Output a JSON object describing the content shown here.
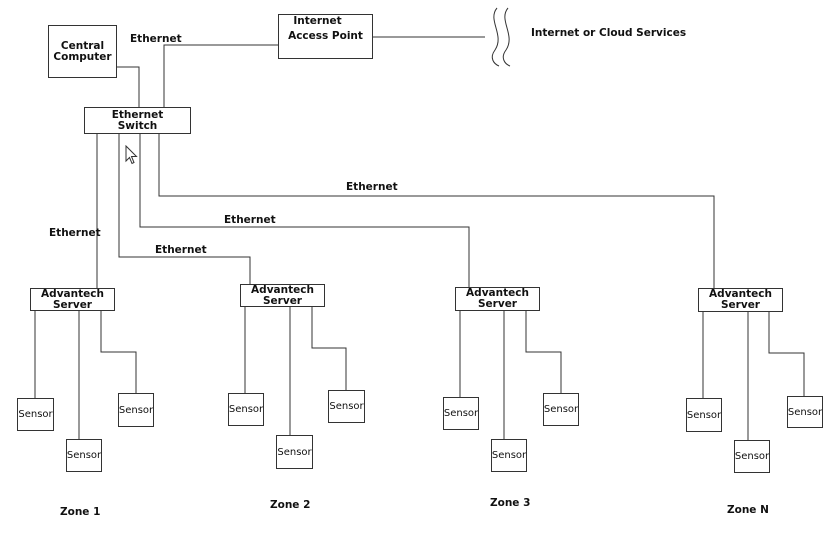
{
  "central_computer": {
    "line1": "Central",
    "line2": "Computer"
  },
  "access_point": {
    "line1": "Internet",
    "line2": "Access Point"
  },
  "cloud_label": "Internet or Cloud Services",
  "ethernet_switch": {
    "line1": "Ethernet",
    "line2": "Switch"
  },
  "link_labels": {
    "top": "Ethernet",
    "zone_n": "Ethernet",
    "zone_3": "Ethernet",
    "zone_2": "Ethernet",
    "zone_1": "Ethernet"
  },
  "server": {
    "line1": "Advantech",
    "line2": "Server"
  },
  "sensor_label": "Sensor",
  "zones": [
    "Zone 1",
    "Zone 2",
    "Zone 3",
    "Zone N"
  ]
}
